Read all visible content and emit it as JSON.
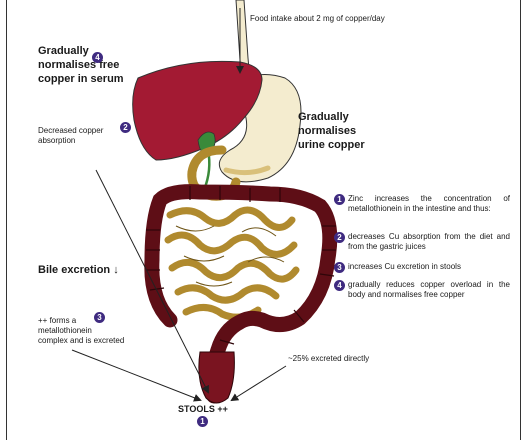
{
  "top_label": "Food intake about 2 mg of copper/day",
  "serum_label": "Gradually\nnormalises free\ncopper in serum",
  "serum_badge": "4",
  "decreased_badge": "2",
  "decreased_label": "Decreased copper\nabsorption",
  "urine_label": "Gradually\nnormalises\nurine copper",
  "bile_label": "Bile excretion ↓",
  "complex_label": "++ forms a\nmetallothionein\ncomplex and is excreted",
  "complex_badge": "3",
  "direct_label": "~25% excreted directly",
  "stools_label": "STOOLS ++",
  "stools_badge": "1",
  "legend": [
    {
      "num": "1",
      "text": "Zinc increases the concentration of metallothionein in the intestine and thus:"
    },
    {
      "num": "2",
      "text": "decreases Cu absorption from the diet and from the gastric juices"
    },
    {
      "num": "3",
      "text": "increases Cu excretion in stools"
    },
    {
      "num": "4",
      "text": "gradually reduces copper overload in the body and normalises free copper"
    }
  ],
  "colors": {
    "liver": "#a31a33",
    "colon": "#5e0e16",
    "intestine": "#b08a2e",
    "stomach": "#f4eccf",
    "gall": "#3a8a3a",
    "badge": "#3f2b80"
  }
}
